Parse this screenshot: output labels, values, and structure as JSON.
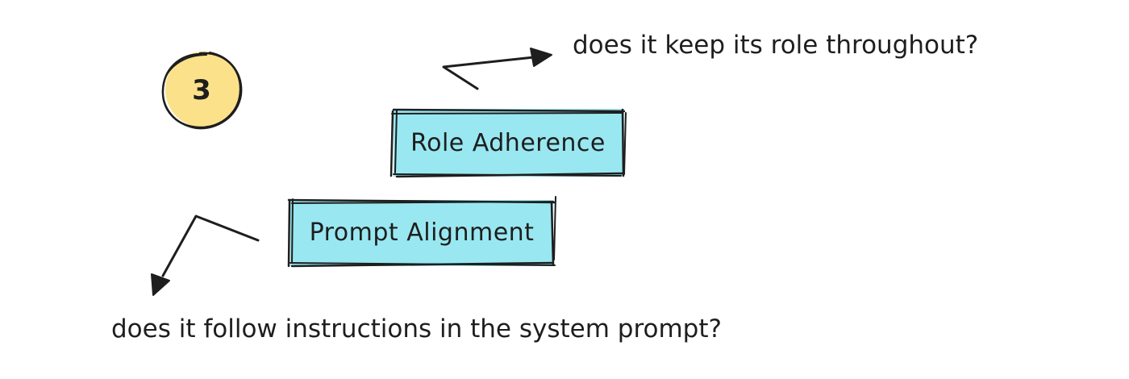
{
  "step": {
    "number": "3",
    "fill_color": "#fbe28a",
    "stroke_color": "#1e1e1e"
  },
  "boxes": {
    "fill_color": "#99e8f1",
    "stroke_color": "#1e1e1e",
    "role_adherence": {
      "label": "Role Adherence"
    },
    "prompt_alignment": {
      "label": "Prompt Alignment"
    }
  },
  "annotations": {
    "role_question": "does it keep its role throughout?",
    "prompt_question": "does it follow instructions in the system prompt?"
  },
  "icons": {
    "top_arrow": "arrow-right-icon",
    "bottom_arrow": "arrow-down-left-icon"
  }
}
